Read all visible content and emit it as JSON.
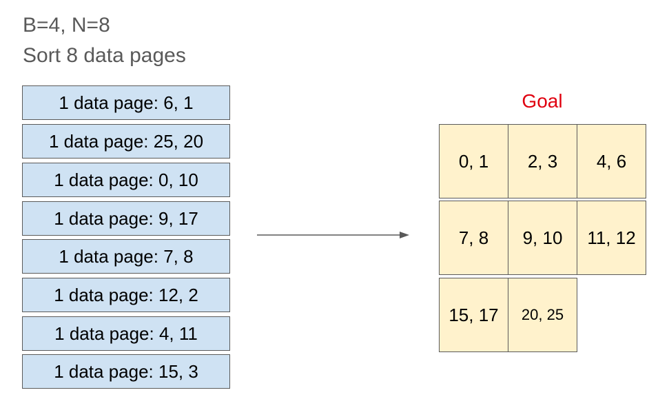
{
  "header": {
    "line1": "B=4, N=8",
    "line2": "Sort 8 data pages"
  },
  "input_pages": [
    "1 data page: 6, 1",
    "1 data page: 25, 20",
    "1 data page: 0, 10",
    "1 data page: 9, 17",
    "1 data page: 7, 8",
    "1 data page: 12, 2",
    "1 data page: 4, 11",
    "1 data page: 15, 3"
  ],
  "goal": {
    "title": "Goal",
    "title_color": "#e0000f",
    "cells": [
      "0, 1",
      "2, 3",
      "4, 6",
      "7, 8",
      "9, 10",
      "11, 12",
      "15, 17",
      "20, 25"
    ]
  },
  "colors": {
    "input_page_fill": "#cfe2f3",
    "goal_cell_fill": "#fff2cc",
    "border": "#595959",
    "header_text": "#595959"
  }
}
